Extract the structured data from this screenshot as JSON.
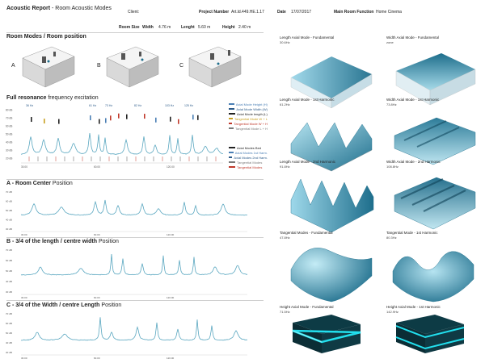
{
  "header": {
    "title_bold": "Acoustic Report",
    "title_rest": " - Room Acoustic Modes",
    "client_label": "Client:",
    "project_label": "Project Number",
    "project_value": "Art.ld.449.HE.1.17",
    "date_label": "Date",
    "date_value": "17/07/2017",
    "function_label": "Main Room Function",
    "function_value": "Home Cinema",
    "room_size_label": "Room Size",
    "width_label": "Width",
    "width_value": "4.76 m",
    "length_label": "Lenght",
    "length_value": "5.60 m",
    "height_label": "Height",
    "height_value": "2.40 m"
  },
  "sections": {
    "room_modes": "Room Modes / Room position",
    "positions": [
      "A",
      "B",
      "C"
    ],
    "full_res_bold": "Full resonance",
    "full_res_rest": " frequency excitation",
    "a_bold": "A - Room Center",
    "a_rest": " Position",
    "b_bold": "B - 3/4 of the length / centre width",
    "b_rest": " Position",
    "c_bold": "C - 3/4 of the Width / centre Length",
    "c_rest": " Position"
  },
  "peak_labels": [
    "36 Hz",
    "61 Hz",
    "73 Hz",
    "82 Hz",
    "103 Hz",
    "125 Hz"
  ],
  "x_ticks": [
    "30.00",
    "60.00",
    "120.00"
  ],
  "y_ticks": [
    "80 dB",
    "70 dB",
    "60 dB",
    "50 dB",
    "40 dB",
    "30 dB",
    "20 dB"
  ],
  "legend_top": [
    {
      "label": "Axial Mode Height (H)",
      "color": "#4a7fb5"
    },
    {
      "label": "Axial Mode Width (W)",
      "color": "#2c5b8a"
    },
    {
      "label": "Axial Mode length (L)",
      "color": "#222222"
    },
    {
      "label": "Tangential Mode W + L",
      "color": "#c8a020"
    },
    {
      "label": "Tangential Mode W + H",
      "color": "#c0392b"
    },
    {
      "label": "Tangential Mode L + H",
      "color": "#7a7a7a"
    }
  ],
  "legend_bottom": [
    {
      "label": "Axial Modes Bed",
      "color": "#222222"
    },
    {
      "label": "Axial Modes 1st Harm.",
      "color": "#4a7fb5"
    },
    {
      "label": "Axial Modes 2nd Harm.",
      "color": "#2c5b8a"
    },
    {
      "label": "Tangential Modes",
      "color": "#7a7a7a"
    },
    {
      "label": "Tangential Modes",
      "color": "#c0392b"
    }
  ],
  "modes": [
    {
      "title": "Length Axial Mode - Fundamental",
      "value": "30.6Hz"
    },
    {
      "title": "Width Axial Mode - Fundamental",
      "value": "zone"
    },
    {
      "title": "Length Axial Mode - 1st Harmonic",
      "value": "61.2Hz"
    },
    {
      "title": "Width Axial Mode - 1st Harmonic",
      "value": "73.8Hz"
    },
    {
      "title": "Length Axial Mode - 2nd Harmonic",
      "value": "91.8Hz"
    },
    {
      "title": "Width Axial Mode - 2nd Harmonic",
      "value": "108.8Hz"
    },
    {
      "title": "Tangential Modes - Fundamental",
      "value": "47.8Hz"
    },
    {
      "title": "Tangential Mode - 1st Harmonic",
      "value": "80.3Hz"
    },
    {
      "title": "Height Axial Mode - Fundamental",
      "value": "71.5Hz"
    },
    {
      "title": "Height Axial Mode - 1st Harmonic",
      "value": "142.9Hz"
    }
  ],
  "colors": {
    "curve": "#5aa7c0",
    "surface_light": "#9ed8ea",
    "surface_dark": "#1e6e8c",
    "neon": "#22e0ee"
  }
}
